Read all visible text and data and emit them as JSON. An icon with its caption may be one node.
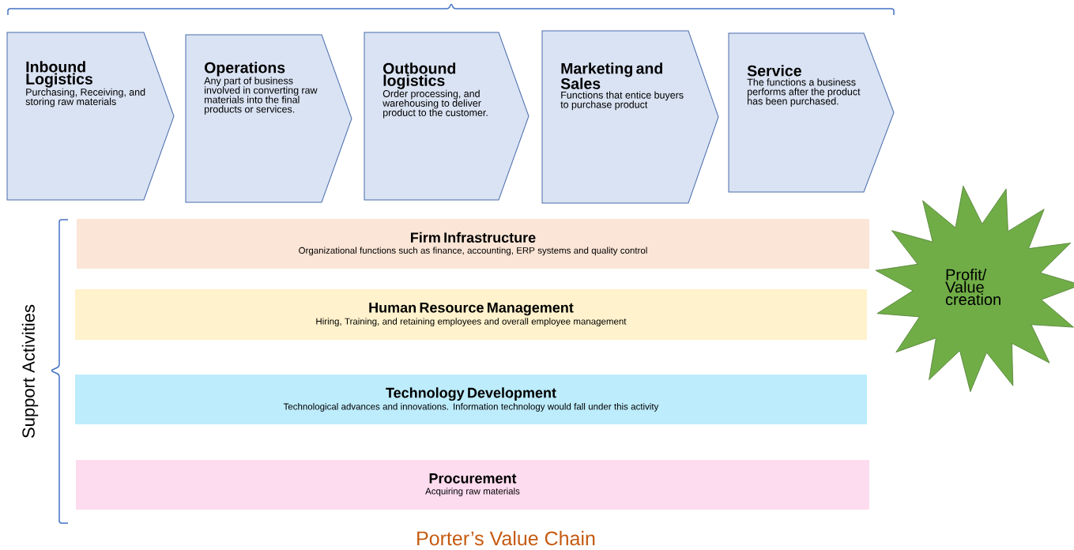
{
  "diagram": {
    "caption": "Porter’s Value Chain",
    "nodes": [
      {
        "text": [
          "Inbound Logistics",
          "Purchasing, Receiving, and storing raw materials"
        ]
      },
      {
        "text": [
          "Operations",
          "Any part of business involved in converting raw materials into the final products or services."
        ]
      },
      {
        "text": [
          "Outbound logistics",
          "Order processing, and warehousing to deliver product to the customer."
        ]
      },
      {
        "text": [
          "Marketing and Sales",
          "Functions that entice buyers to purchase product"
        ]
      },
      {
        "text": [
          "Service",
          "The functions a business performs after the product has been purchased."
        ]
      },
      {
        "text": [
          "Firm Infrastructure",
          "Organizational functions such as finance, accounting, ERP systems and quality control"
        ]
      },
      {
        "text": [
          "Human Resource Management",
          "Hiring, Training, and retaining employees and overall employee management"
        ]
      },
      {
        "text": [
          "Technology Development",
          "Technological advances and innovations. Information technology would fall under this activity"
        ]
      },
      {
        "text": [
          "Procurement",
          "Acquiring raw materials"
        ]
      },
      {
        "text": [
          "Profit/ Value creation"
        ]
      }
    ],
    "labels": [
      "Support Activities"
    ]
  }
}
